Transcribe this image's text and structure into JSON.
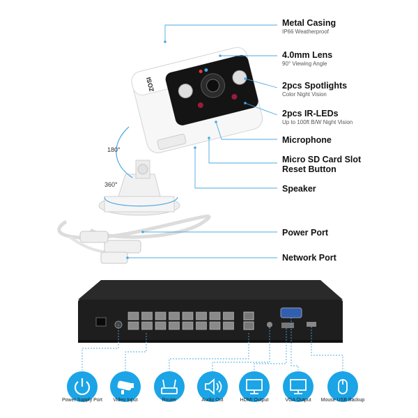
{
  "features": [
    {
      "title": "Metal Casing",
      "subtitle": "IP66 Weatherproof"
    },
    {
      "title": "4.0mm Lens",
      "subtitle": "90° Viewing Angle"
    },
    {
      "title": "2pcs Spotlights",
      "subtitle": "Color Night Vision"
    },
    {
      "title": "2pcs IR-LEDs",
      "subtitle": "Up to 100ft B/W Night Vision"
    },
    {
      "title": "Microphone"
    },
    {
      "title": "Micro SD Card Slot",
      "title2": "Reset Button"
    },
    {
      "title": "Speaker"
    },
    {
      "title": "Power Port"
    },
    {
      "title": "Network Port"
    }
  ],
  "rotation": {
    "tilt": "180°",
    "pan": "360°"
  },
  "camera_brand": "ZOSI",
  "ports": [
    {
      "label": "Power Supply Port",
      "icon": "power-icon"
    },
    {
      "label": "Video Input",
      "icon": "camera-icon"
    },
    {
      "label": "Router",
      "icon": "router-icon"
    },
    {
      "label": "Audio Out",
      "icon": "speaker-icon"
    },
    {
      "label": "HDMI Output",
      "icon": "monitor-icon"
    },
    {
      "label": "VGA Output",
      "icon": "monitor-icon"
    },
    {
      "label": "Mouse USB Backup",
      "icon": "mouse-icon"
    }
  ],
  "colors": {
    "accent": "#1ba4e6",
    "line": "#4aa8e0",
    "nvr": "#1e1e1e"
  }
}
